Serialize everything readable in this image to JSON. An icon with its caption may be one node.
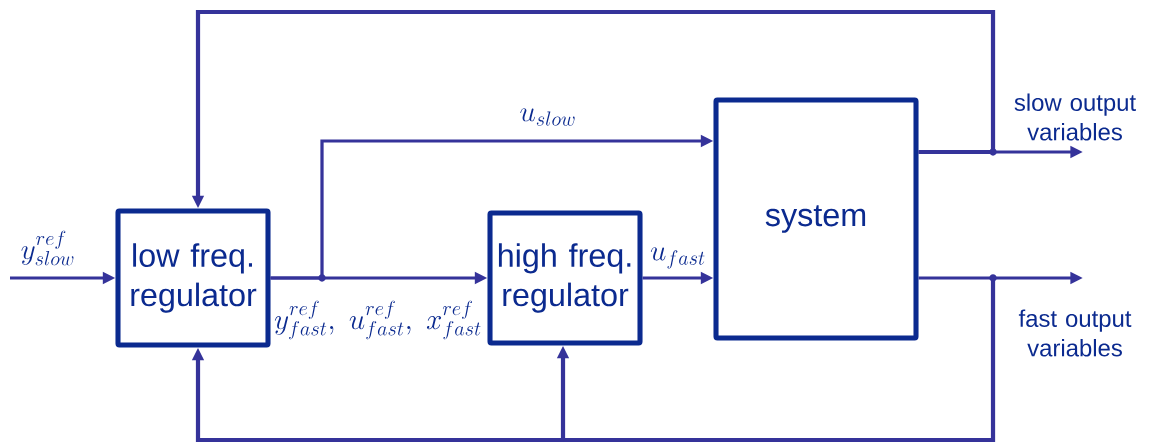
{
  "diagram": {
    "nodes": [
      {
        "text": [
          "low freq. regulator"
        ]
      },
      {
        "text": [
          "high freq. regulator"
        ]
      },
      {
        "text": [
          "system"
        ]
      }
    ],
    "edges": [
      {
        "from": null,
        "to": 0,
        "arrow": "to",
        "label": "y^{ref}_{slow}"
      },
      {
        "from": 0,
        "to": 1,
        "arrow": "to",
        "label": "y^{ref}_{fast},\\ u^{ref}_{fast},\\ x^{ref}_{fast}"
      },
      {
        "from": 0,
        "to": 2,
        "arrow": "to",
        "label": "u_{slow}"
      },
      {
        "from": 1,
        "to": 2,
        "arrow": "to",
        "label": "u_{fast}"
      },
      {
        "from": 2,
        "to": null,
        "arrow": "to",
        "label": "slow output variables"
      },
      {
        "from": 2,
        "to": null,
        "arrow": "to",
        "label": "fast output variables"
      },
      {
        "from": 2,
        "to": 0,
        "arrow": "to"
      },
      {
        "from": 2,
        "to": 0,
        "arrow": "to"
      },
      {
        "from": 2,
        "to": 1,
        "arrow": "to"
      }
    ]
  }
}
